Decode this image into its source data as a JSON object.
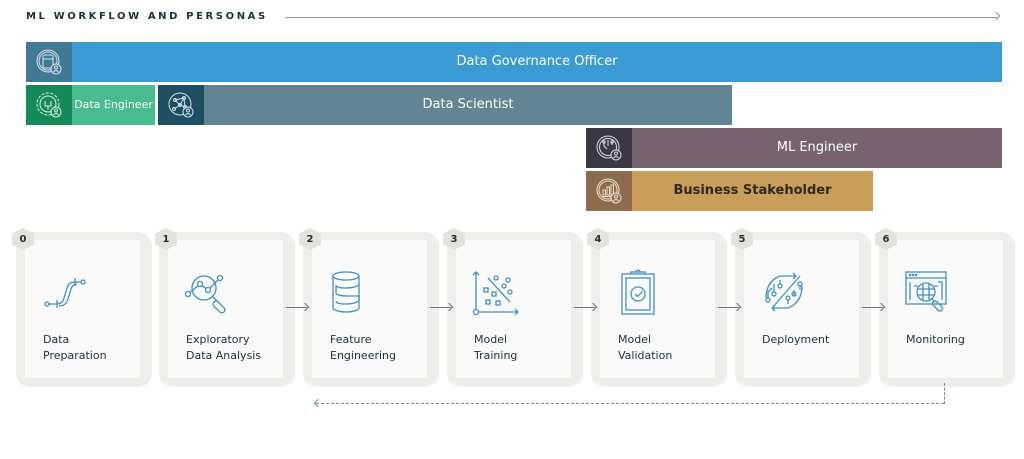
{
  "header": {
    "title": "ML WORKFLOW AND PERSONAS"
  },
  "personas": [
    {
      "id": "dgo",
      "label": "Data Governance Officer",
      "icon": "database-user-icon",
      "color": "#3a9ad3",
      "icon_bg": "#3e7a95"
    },
    {
      "id": "de",
      "label": "Data Engineer",
      "icon": "gear-wrench-user-icon",
      "color": "#46bc8f",
      "icon_bg": "#148a59"
    },
    {
      "id": "ds",
      "label": "Data Scientist",
      "icon": "network-user-icon",
      "color": "#618593",
      "icon_bg": "#1e4e64"
    },
    {
      "id": "mle",
      "label": "ML Engineer",
      "icon": "circuit-user-icon",
      "color": "#77636f",
      "icon_bg": "#393844"
    },
    {
      "id": "bs",
      "label": "Business Stakeholder",
      "icon": "bar-chart-user-icon",
      "color": "#c99d5a",
      "icon_bg": "#8d6c4d"
    }
  ],
  "steps": [
    {
      "number": "0",
      "label": "Data\nPreparation",
      "icon": "pipe-icon"
    },
    {
      "number": "1",
      "label": "Exploratory\nData Analysis",
      "icon": "magnifier-graph-icon"
    },
    {
      "number": "2",
      "label": "Feature\nEngineering",
      "icon": "database-icon"
    },
    {
      "number": "3",
      "label": "Model\nTraining",
      "icon": "scatter-plot-icon"
    },
    {
      "number": "4",
      "label": "Model\nValidation",
      "icon": "clipboard-check-icon"
    },
    {
      "number": "5",
      "label": "Deployment",
      "icon": "deployment-cycle-icon"
    },
    {
      "number": "6",
      "label": "Monitoring",
      "icon": "monitor-search-icon"
    }
  ],
  "colors": {
    "icon_stroke": "#3f8fc7",
    "text": "#1b3139"
  }
}
